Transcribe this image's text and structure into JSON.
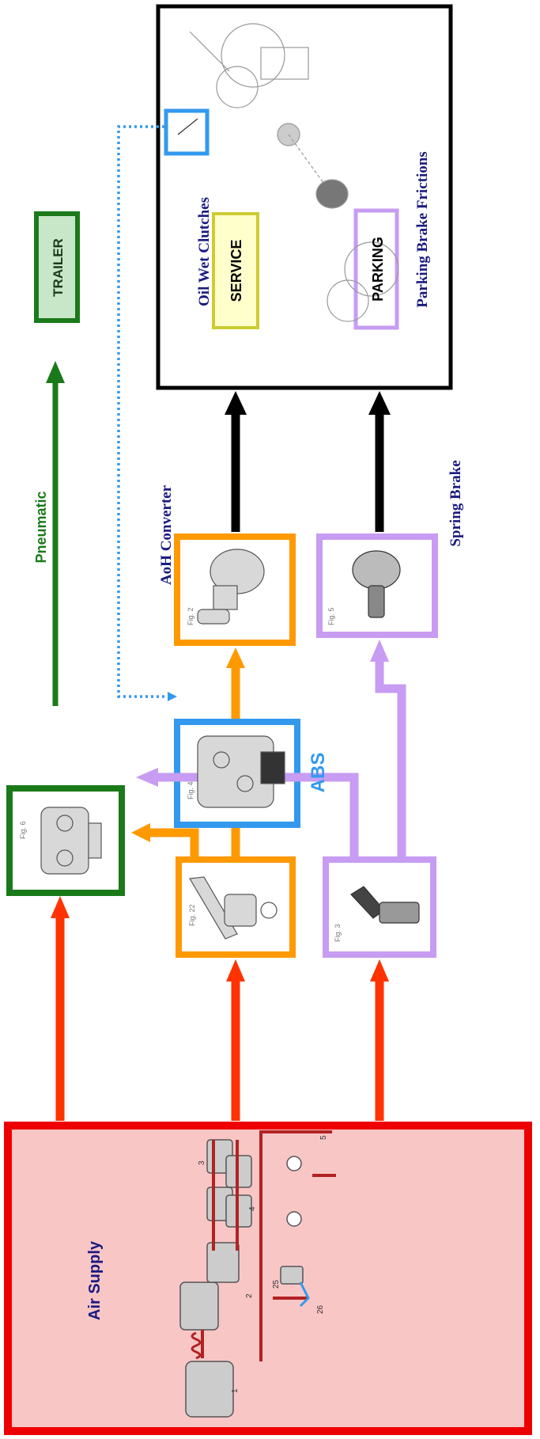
{
  "labels": {
    "trailer": "TRAILER",
    "pneumatic": "Pneumatic",
    "air_supply": "Air Supply",
    "abs": "ABS",
    "aoh_converter": "AoH Converter",
    "spring_brake": "Spring Brake",
    "oil_wet_clutches": "Oil Wet Clutches",
    "service": "SERVICE",
    "parking": "PARKING",
    "parking_brake_frictions": "Parking Brake Frictions"
  },
  "figure_tags": {
    "trailer_valve": "Fig. 6",
    "brake_pedal": "Fig. 22",
    "abs_valve": "Fig. 4",
    "aoh_converter": "Fig. 2",
    "hand_valve": "Fig. 3",
    "spring_brake": "Fig. 5"
  },
  "air_supply_numbers": [
    "1",
    "2",
    "3",
    "4",
    "5",
    "25",
    "26"
  ],
  "colors": {
    "red": "#ff3300",
    "orange": "#ff9900",
    "purple": "#c79cf2",
    "green": "#1a7a1a",
    "blue": "#3399ee",
    "black": "#000000",
    "navy": "#1a1a80",
    "yellow": "#cccc33"
  }
}
